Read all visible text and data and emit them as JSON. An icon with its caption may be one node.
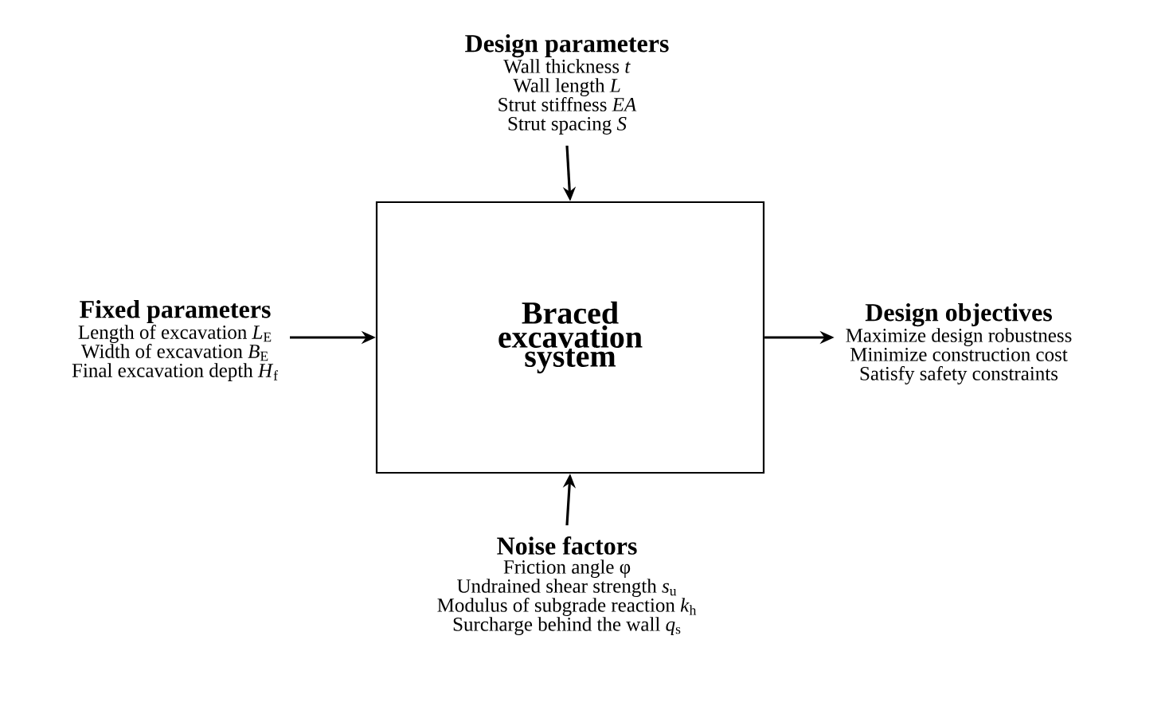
{
  "diagram": {
    "nodes": [
      {
        "text": [
          "Braced excavation system"
        ]
      },
      {
        "text": [
          "Design parameters",
          "Wall thickness *t*",
          "Wall length *L*",
          "Strut stiffness *EA*",
          "Strut spacing *S*"
        ]
      },
      {
        "text": [
          "Fixed parameters",
          "Length of excavation *L*$_{E}$",
          "Width of excavation *B*$_{E}$",
          "Final excavation depth *H*$_{f}$"
        ]
      },
      {
        "text": [
          "Design objectives",
          "Maximize design robustness",
          "Minimize construction cost",
          "Satisfy safety constraints"
        ]
      },
      {
        "text": [
          "Noise factors",
          "Friction angle φ",
          "Undrained shear strength *s*$_{u}$",
          "Modulus of subgrade reaction *k*$_{h}$",
          "Surcharge behind the wall *q*$_{s}$"
        ]
      }
    ],
    "edges": [
      {
        "from": 1,
        "to": 0,
        "arrow": "to"
      },
      {
        "from": 2,
        "to": 0,
        "arrow": "to"
      },
      {
        "from": 0,
        "to": 3,
        "arrow": "to"
      },
      {
        "from": 4,
        "to": 0,
        "arrow": "to"
      }
    ]
  }
}
